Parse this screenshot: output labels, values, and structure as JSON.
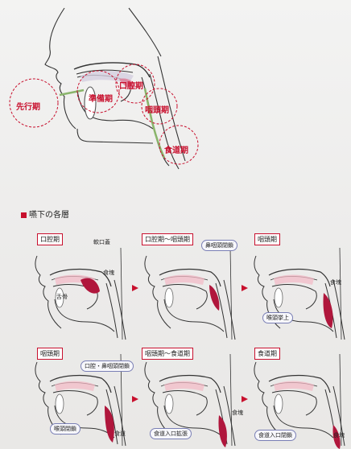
{
  "top_diagram": {
    "phases": [
      "先行期",
      "準備期",
      "口腔期",
      "咽頭期",
      "食道期"
    ]
  },
  "section_title": "嚥下の各層",
  "panels": [
    {
      "title": "口腔期",
      "labels": [
        "軟口蓋",
        "食塊",
        "舌骨"
      ]
    },
    {
      "title": "口腔期〜咽頭期",
      "labels": [
        "鼻咽頭閉鎖"
      ]
    },
    {
      "title": "咽頭期",
      "labels": [
        "食塊",
        "喉頭挙上"
      ]
    },
    {
      "title": "咽頭期",
      "labels": [
        "口腔・鼻咽頭閉鎖",
        "喉頭閉鎖",
        "食道"
      ]
    },
    {
      "title": "咽頭期〜食道期",
      "labels": [
        "食塊",
        "食道入口拡張"
      ]
    },
    {
      "title": "食道期",
      "labels": [
        "食塊",
        "食道入口閉鎖"
      ]
    }
  ],
  "colors": {
    "accent": "#c8102e",
    "tissue": "#f3b8c4",
    "bolus": "#b0163c",
    "outline": "#333333"
  }
}
